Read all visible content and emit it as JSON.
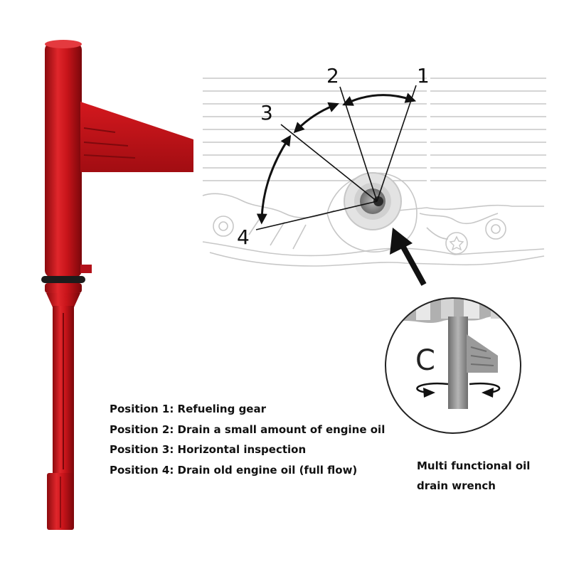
{
  "positions": [
    {
      "number": "1",
      "text": "Position 1: Refueling gear"
    },
    {
      "number": "2",
      "text": "Position 2: Drain a small amount of engine oil"
    },
    {
      "number": "3",
      "text": "Position 3: Horizontal inspection"
    },
    {
      "number": "4",
      "text": "Position 4: Drain old engine oil (full flow)"
    }
  ],
  "detail_letter": "C",
  "caption": {
    "line1": "Multi functional oil",
    "line2": "drain wrench"
  },
  "colors": {
    "wrench": "#c8141a",
    "engine_lines": "#c7c7c7",
    "plug": "#8a8a8a",
    "arrows": "#111111"
  }
}
